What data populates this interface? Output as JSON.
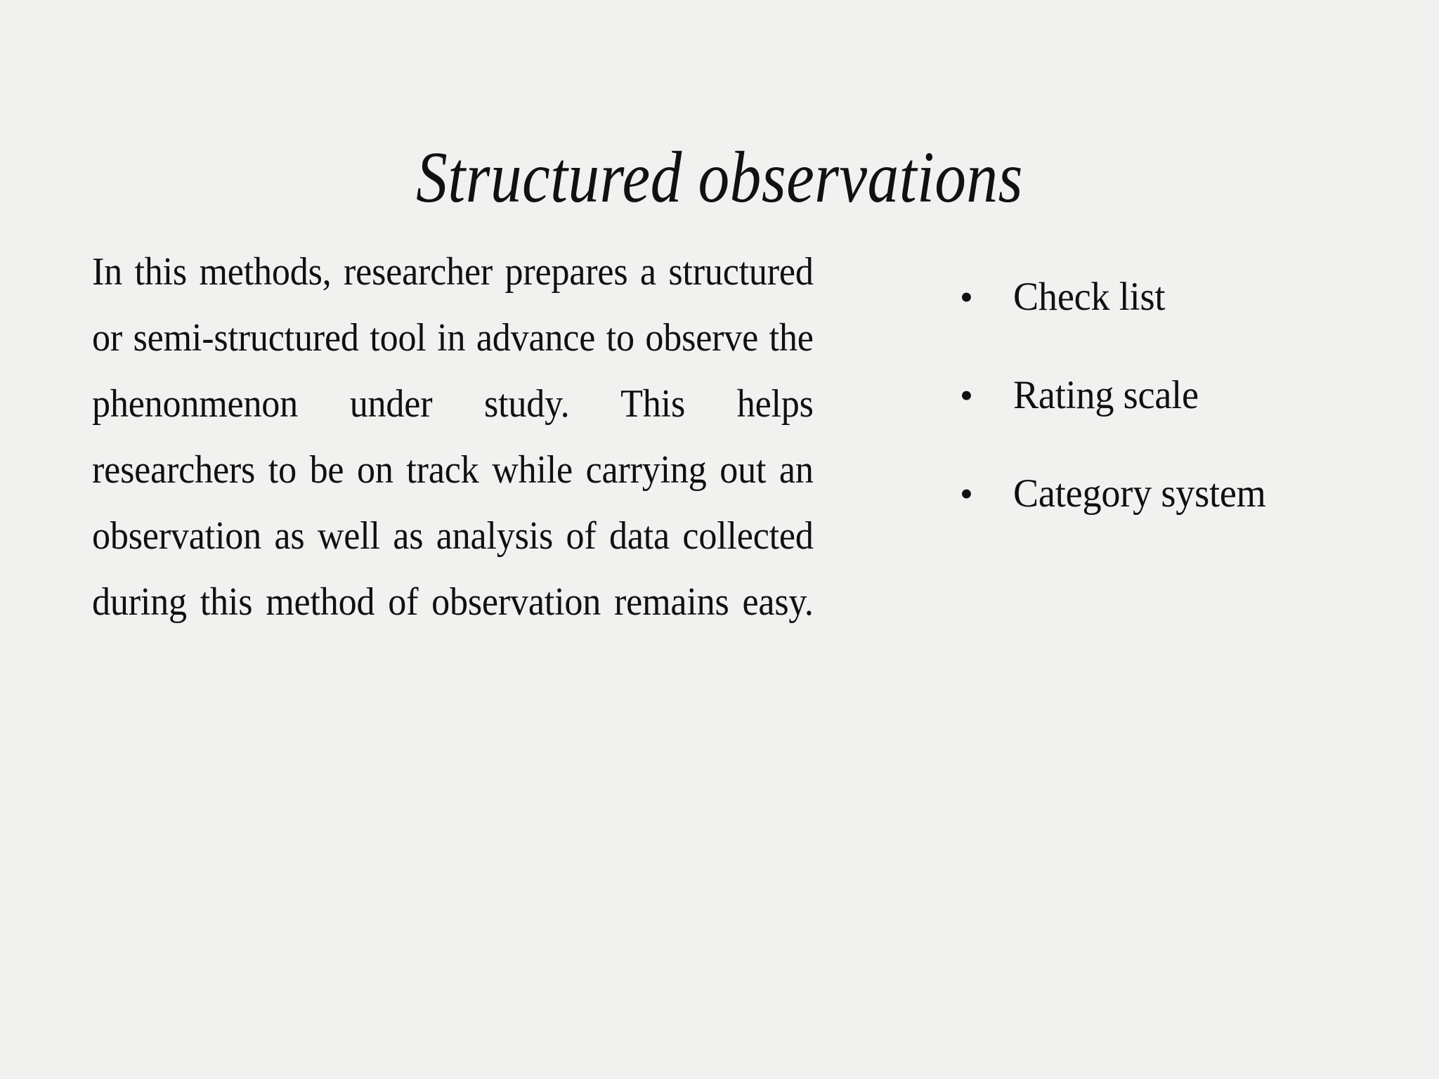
{
  "slide": {
    "background_color": "#f1f1f0",
    "text_color": "#101010",
    "title": "Structured observations"
  },
  "body": {
    "paragraph": "In this methods, researcher prepares a structured or semi-structured tool in advance to observe the phenonmenon under study. This helps researchers to be on track while carrying out an observation as well as analysis of data collected during this method of observation remains easy."
  },
  "bullets": {
    "marker": "•",
    "items": [
      {
        "label": "Check list"
      },
      {
        "label": "Rating scale"
      },
      {
        "label": "Category system"
      }
    ]
  }
}
